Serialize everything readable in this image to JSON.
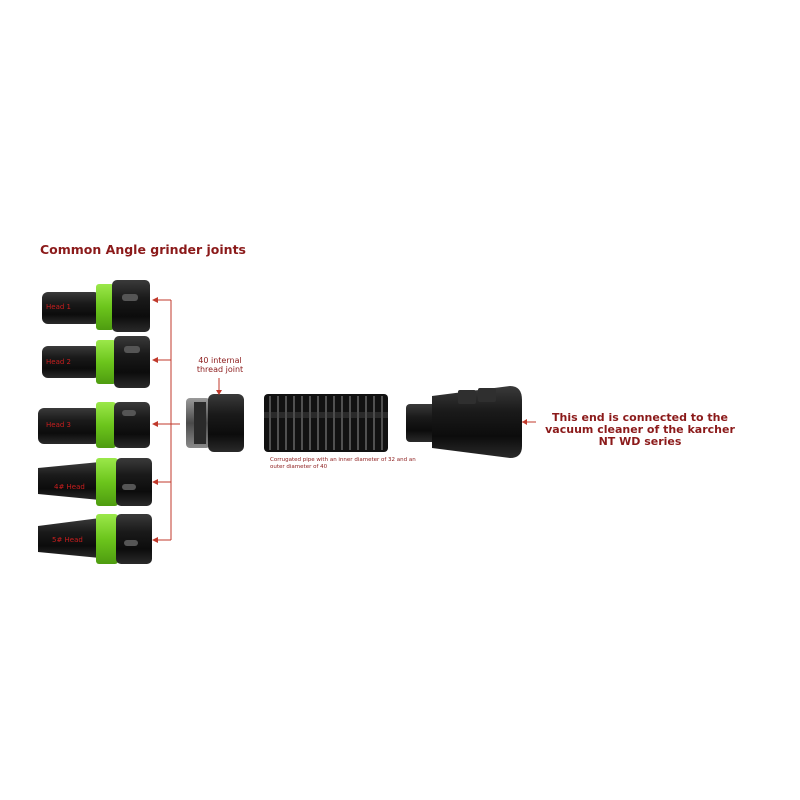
{
  "title": "Common Angle grinder joints",
  "heads": [
    {
      "label": "Head 1"
    },
    {
      "label": "Head 2"
    },
    {
      "label": "Head 3"
    },
    {
      "label": "4# Head"
    },
    {
      "label": "5# Head"
    }
  ],
  "thread_joint_note": "40 internal thread joint",
  "pipe_note": "Corrugated pipe with an inner diameter of 32 and an outer diameter of 40",
  "end_note": "This end is connected to the vacuum cleaner of the karcher NT WD series",
  "colors": {
    "label_red": "#8b1a1a",
    "accent_green": "#7ed321",
    "body_black": "#141414"
  }
}
